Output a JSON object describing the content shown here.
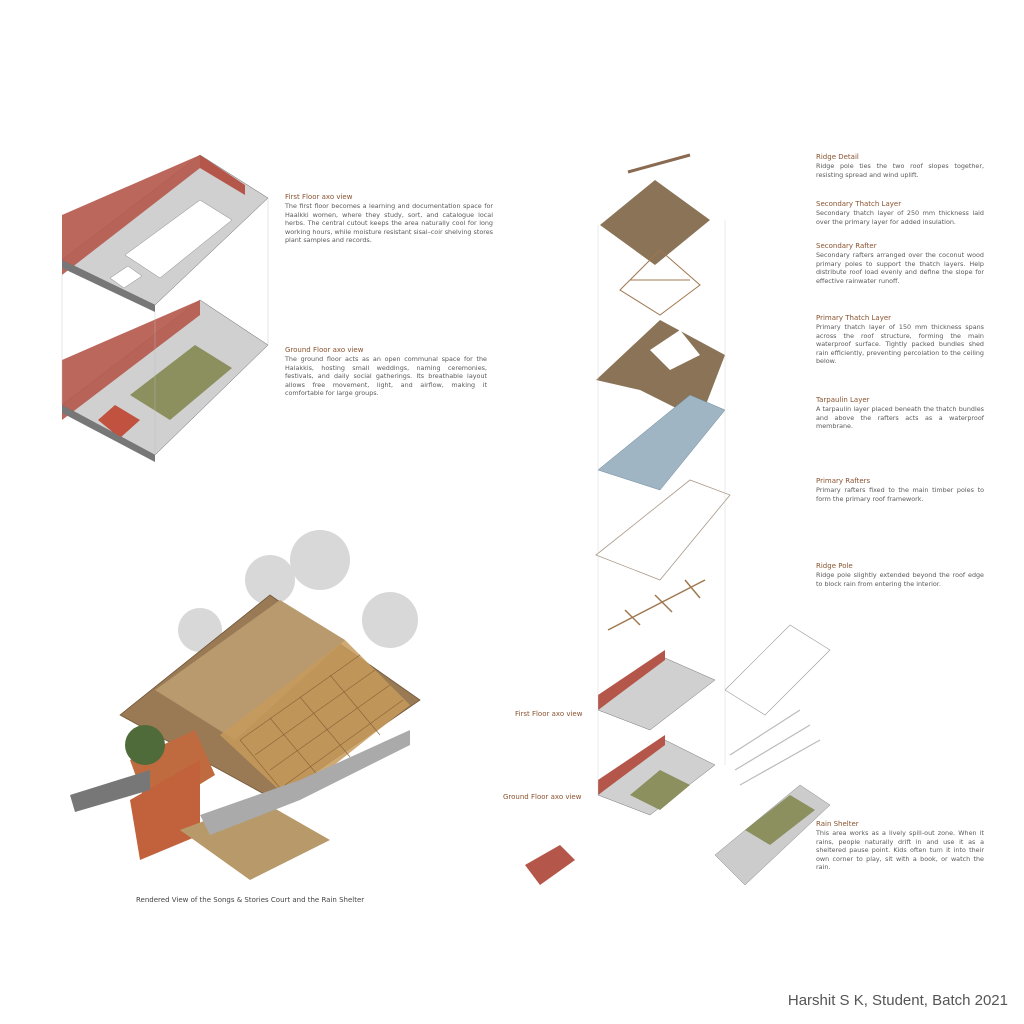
{
  "left_notes": [
    {
      "title": "First Floor axo view",
      "body": "The first floor becomes a learning and documentation space for Haalkki women, where they study, sort, and catalogue local herbs. The central cutout keeps the area naturally cool for long working hours, while moisture resistant sisal–coir shelving stores plant samples and records."
    },
    {
      "title": "Ground Floor axo view",
      "body": "The ground floor acts as an open communal space for the Halakkis, hosting small weddings, naming ceremonies, festivals, and daily social gatherings. Its breathable layout allows free movement, light, and airflow, making it comfortable for large groups."
    }
  ],
  "render_caption": "Rendered View of the Songs & Stories Court and the Rain Shelter",
  "exploded_labels": {
    "first_floor": "First Floor axo view",
    "ground_floor": "Ground Floor axo view"
  },
  "right_notes": [
    {
      "title": "Ridge Detail",
      "body": "Ridge pole ties the two roof slopes together, resisting spread and wind uplift."
    },
    {
      "title": "Secondary Thatch Layer",
      "body": "Secondary thatch layer of 250 mm thickness laid over the primary layer for added insulation."
    },
    {
      "title": "Secondary Rafter",
      "body": "Secondary rafters arranged over the coconut wood primary poles to support the thatch layers. Help distribute roof load evenly and define the slope for effective rainwater runoff."
    },
    {
      "title": "Primary Thatch Layer",
      "body": "Primary thatch layer of 150 mm thickness spans across the roof structure, forming the main waterproof surface. Tightly packed bundles shed rain efficiently, preventing percolation to the ceiling below."
    },
    {
      "title": "Tarpaulin Layer",
      "body": "A tarpaulin layer placed beneath the thatch bundles and above the rafters acts as a waterproof membrane."
    },
    {
      "title": "Primary Rafters",
      "body": "Primary rafters fixed to the main timber poles to form the primary roof framework."
    },
    {
      "title": "Ridge Pole",
      "body": "Ridge pole slightly extended beyond the roof edge to block rain from entering the interior."
    },
    {
      "title": "Rain Shelter",
      "body": "This area works as a lively spill-out zone. When it rains, people naturally drift in and use it as a sheltered pause point. Kids often turn it into their own corner to play, sit with a book, or watch the rain."
    }
  ],
  "credit": "Harshit S K, Student, Batch 2021",
  "colors": {
    "brick": "#b5564a",
    "thatch": "#8a7356",
    "tarp": "#9fb5c4",
    "floor": "#c9c9c9",
    "accent": "#8a5330",
    "grass": "#8c8f5e"
  }
}
